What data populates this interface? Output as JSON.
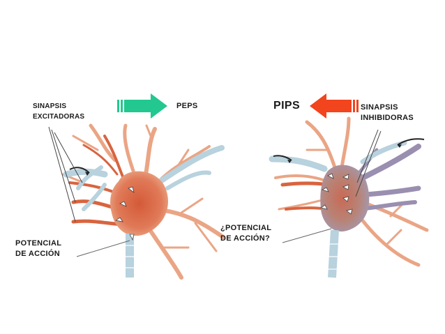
{
  "labels": {
    "sinapsis_excitadoras": [
      "SINAPSIS",
      "EXCITADORAS"
    ],
    "peps": "PEPS",
    "pips": "PIPS",
    "sinapsis_inhibidoras": [
      "SINAPSIS",
      "INHIBIDORAS"
    ],
    "potencial_accion_left": [
      "POTENCIAL",
      "DE ACCIÓN"
    ],
    "potencial_accion_question": [
      "¿POTENCIAL",
      "DE ACCIÓN?"
    ]
  },
  "colors": {
    "excitatory_arrow": "#22c88f",
    "inhibitory_arrow": "#f2441d",
    "neuron_body": "#e07050",
    "dendrite": "#eaa585",
    "axon_terminal": "#b8d2de",
    "inhibitory_terminal": "#9a8fb0"
  }
}
